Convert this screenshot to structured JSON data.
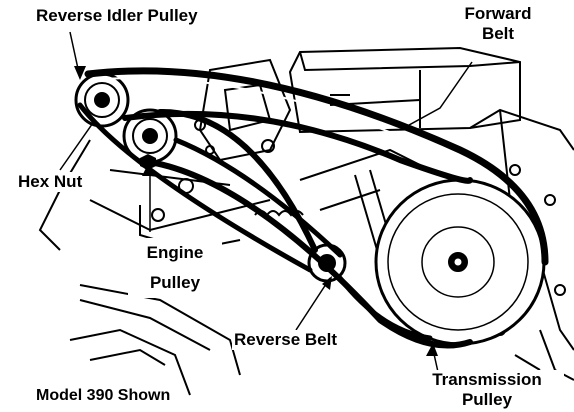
{
  "labels": {
    "reverse_idler_pulley": "Reverse Idler Pulley",
    "forward_belt_line1": "Forward",
    "forward_belt_line2": "Belt",
    "hex_nut": "Hex Nut",
    "engine_pulley_line1": "Engine",
    "engine_pulley_line2": "Pulley",
    "reverse_belt": "Reverse Belt",
    "transmission_pulley_line1": "Transmission",
    "transmission_pulley_line2": "Pulley",
    "caption": "Model 390 Shown"
  },
  "colors": {
    "ink": "#000000",
    "paper": "#ffffff"
  }
}
